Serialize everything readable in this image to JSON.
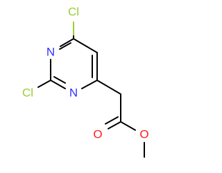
{
  "molecule": {
    "atoms": {
      "cl_top": {
        "label": "Cl",
        "color": "#9acd32"
      },
      "n_upper": {
        "label": "N",
        "color": "#3030ff"
      },
      "cl_left": {
        "label": "Cl",
        "color": "#9acd32"
      },
      "n_lower": {
        "label": "N",
        "color": "#3030ff"
      },
      "o_carbonyl": {
        "label": "O",
        "color": "#ff2020"
      },
      "o_ester": {
        "label": "O",
        "color": "#ff2020"
      }
    },
    "bond_color": "#000000"
  }
}
